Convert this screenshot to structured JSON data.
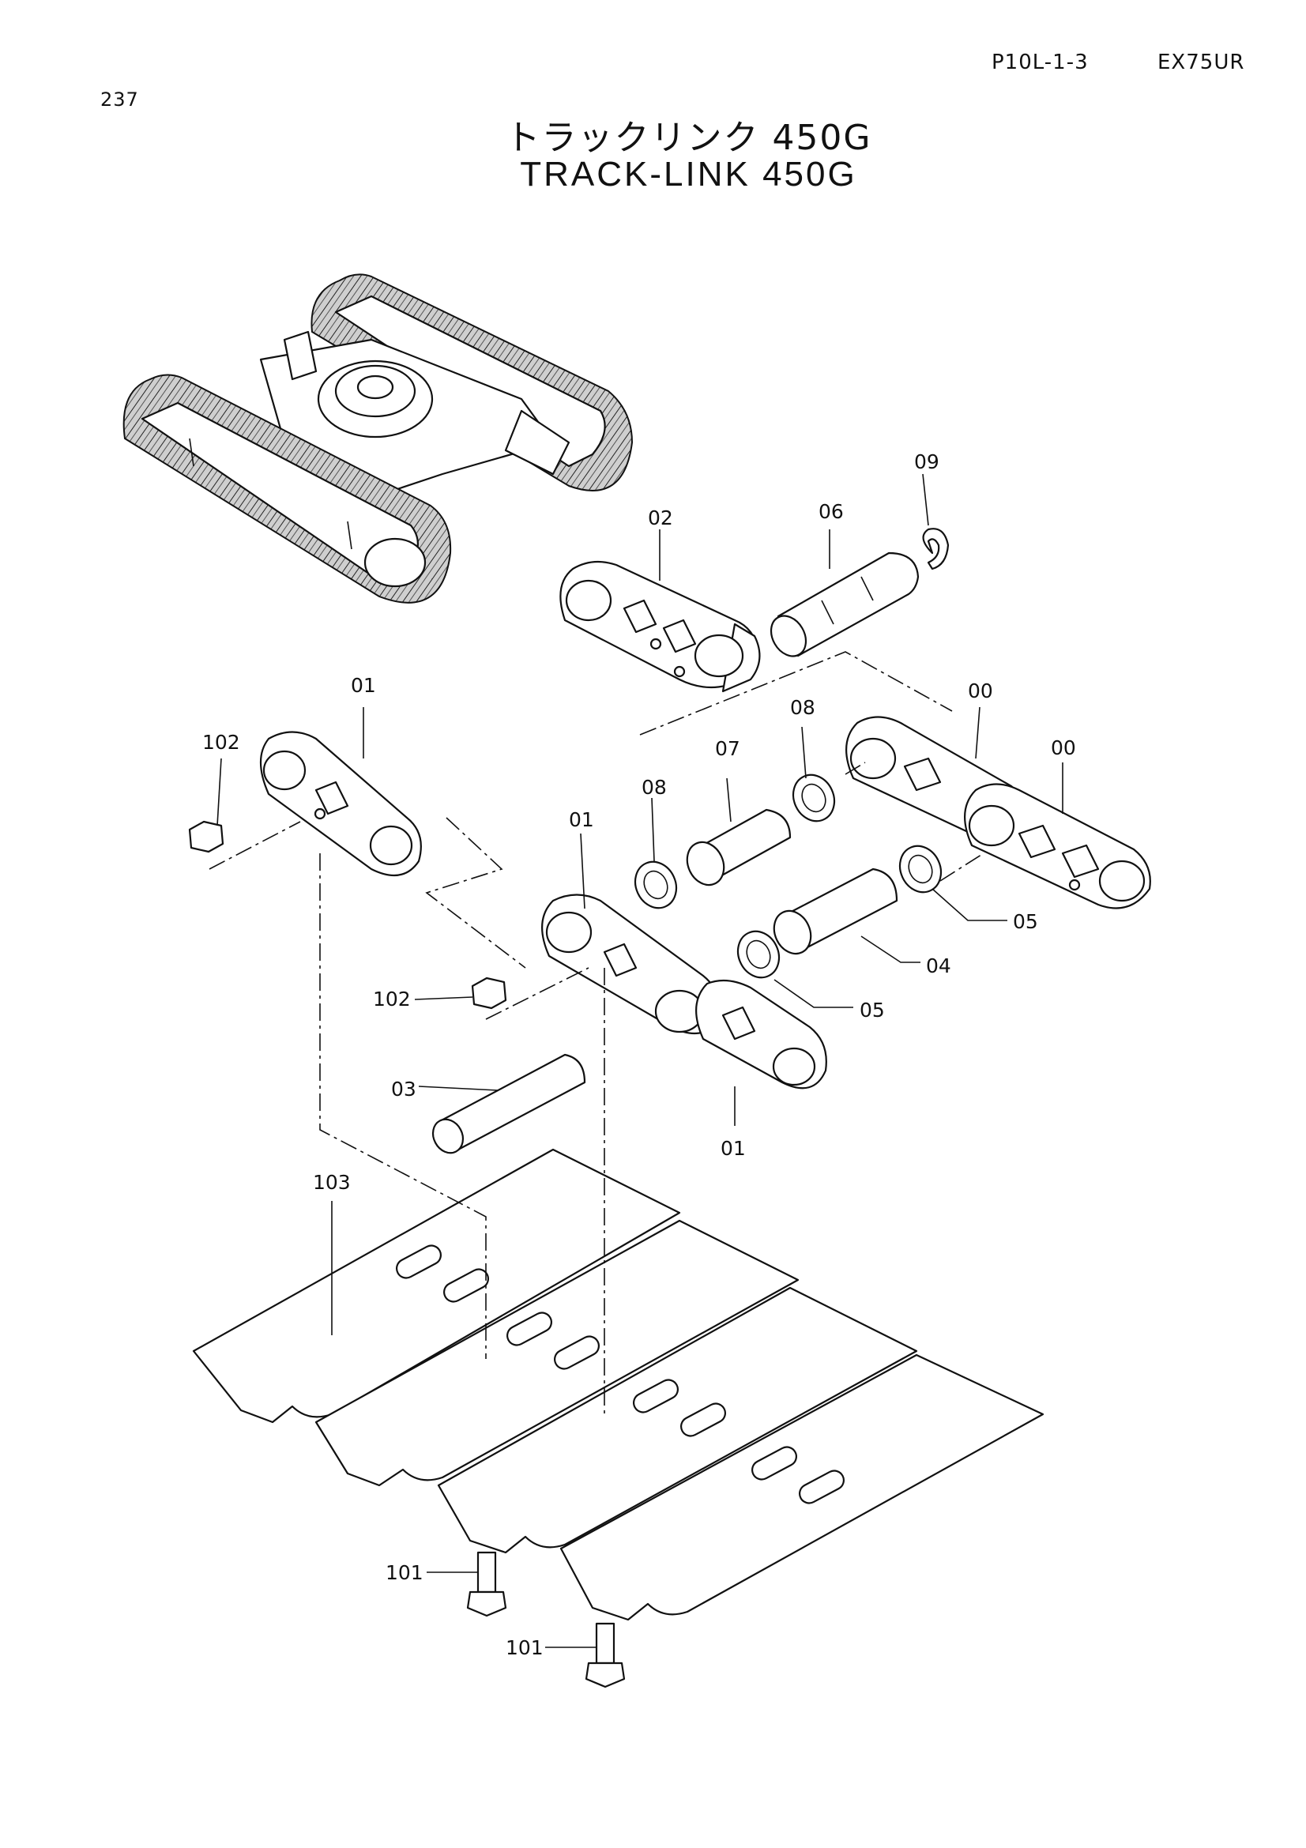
{
  "header": {
    "page_number": "237",
    "ref_code": "P10L-1-3",
    "model": "EX75UR"
  },
  "title": {
    "japanese": "トラックリンク 450G",
    "english": "TRACK-LINK 450G"
  },
  "callouts": {
    "c00a": "00",
    "c00b": "00",
    "c01a": "01",
    "c01b": "01",
    "c01c": "01",
    "c02": "02",
    "c03": "03",
    "c04": "04",
    "c05a": "05",
    "c05b": "05",
    "c06": "06",
    "c07": "07",
    "c08a": "08",
    "c08b": "08",
    "c09": "09",
    "c101a": "101",
    "c101b": "101",
    "c102a": "102",
    "c102b": "102",
    "c103": "103"
  }
}
